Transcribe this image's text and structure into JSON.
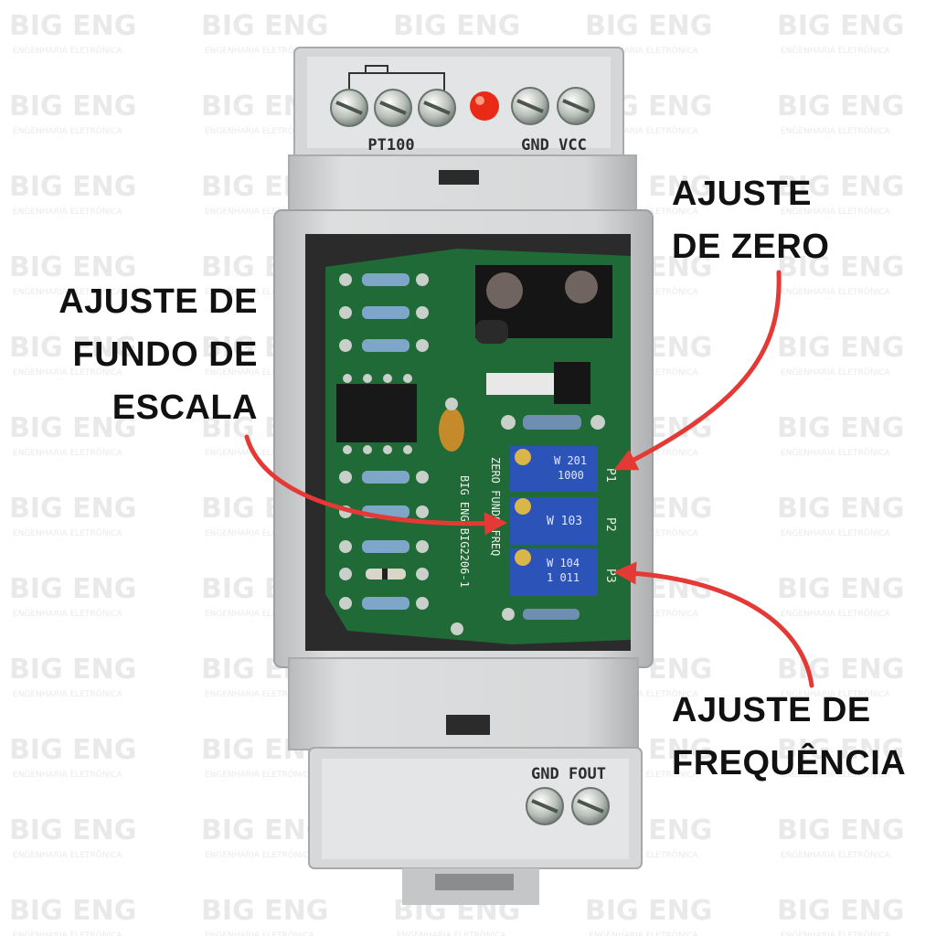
{
  "watermark": {
    "brand_left": "BIG",
    "brand_right": "ENG",
    "tagline": "ENGENHARIA ELETRÔNICA"
  },
  "device": {
    "top_labels": {
      "sensor": "PT100",
      "power": "GND VCC"
    },
    "bottom_labels": {
      "output": "GND FOUT"
    },
    "pcb_labels": {
      "adjust_labels": "ZERO FUNDO FREQ",
      "board_id": "BIG ENG BIG2206-1",
      "pots": [
        {
          "ref": "P1",
          "marking": "W 201 1000"
        },
        {
          "ref": "P2",
          "marking": "W 103"
        },
        {
          "ref": "P3",
          "marking": "W 104 1 011"
        }
      ]
    }
  },
  "callouts": {
    "zero": [
      "AJUSTE",
      "DE ZERO"
    ],
    "full_scale": [
      "AJUSTE DE",
      "FUNDO DE",
      "ESCALA"
    ],
    "frequency": [
      "AJUSTE DE",
      "FREQUÊNCIA"
    ]
  },
  "colors": {
    "arrow": "#e53935",
    "pcb": "#1f6a36",
    "housing": "#cfd1d3",
    "pot": "#2c53b8",
    "led": "#e82a16"
  }
}
